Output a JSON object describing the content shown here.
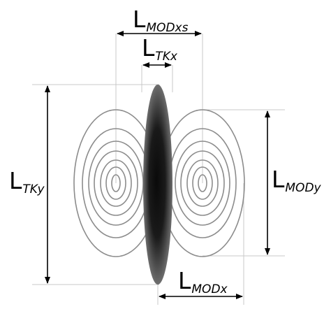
{
  "labels": {
    "l_modxs": {
      "main": "L",
      "sub": "MODxs"
    },
    "l_tkx": {
      "main": "L",
      "sub": "TKx"
    },
    "l_tky": {
      "main": "L",
      "sub": "TKy"
    },
    "l_mody": {
      "main": "L",
      "sub": "MODy"
    },
    "l_modx": {
      "main": "L",
      "sub": "MODx"
    }
  },
  "colors": {
    "contour": "#8c8c8c",
    "guide": "#c8c8c8",
    "dimension": "#000000",
    "core_dark": "#0a0a0a",
    "core_light": "#6e6e6e"
  }
}
